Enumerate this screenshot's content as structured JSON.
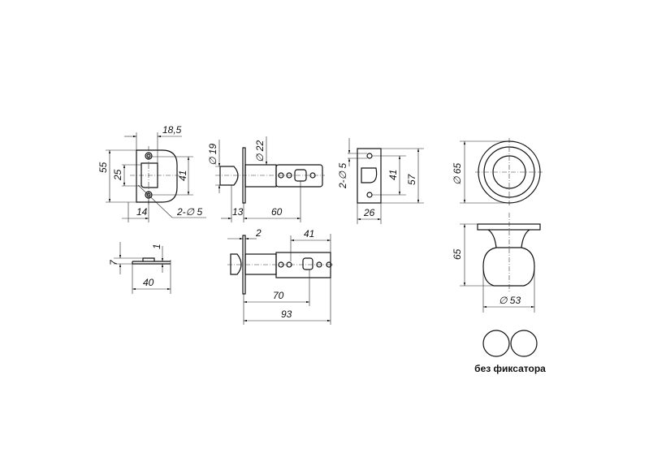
{
  "dims": {
    "strike_width": "18,5",
    "strike_height": "55",
    "strike_cutout": "25",
    "strike_holes": "41",
    "strike_offset": "14",
    "strike_hole_dia": "2-∅ 5",
    "bolt_dia": "∅ 19",
    "body_dia": "∅ 22",
    "face_depth": "13",
    "backset_60": "60",
    "plate_thickness_7": "7",
    "plate_thickness_1": "1",
    "plate_length": "40",
    "face_2": "2",
    "tail_41": "41",
    "backset_70": "70",
    "total_93": "93",
    "face_hole_dia": "2-∅ 5",
    "face_holes": "41",
    "face_height": "57",
    "face_width": "26",
    "rosette_dia": "∅ 65",
    "knob_height": "65",
    "knob_dia": "∅ 53"
  },
  "caption": "без фиксатора"
}
